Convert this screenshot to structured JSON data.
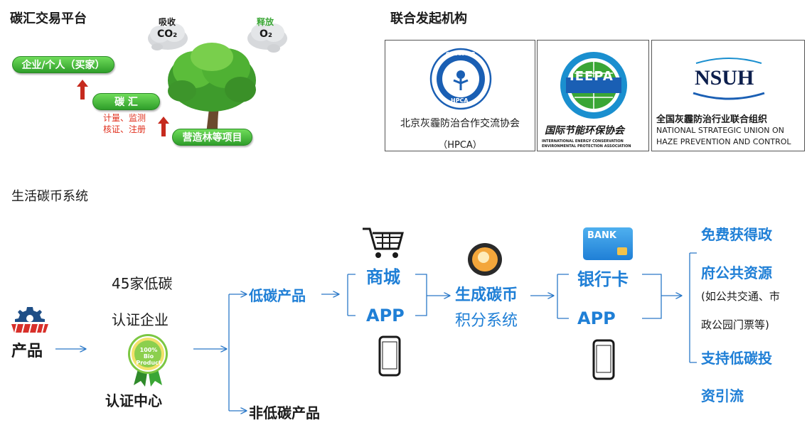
{
  "top_left": {
    "title": "碳汇交易平台",
    "cloud_absorb": {
      "label": "吸收",
      "formula": "CO₂"
    },
    "cloud_release": {
      "label": "释放",
      "formula": "O₂"
    },
    "pill_buyer": "企业/个人（买家）",
    "pill_sink": "碳 汇",
    "red_text_1": "计量、监测",
    "red_text_2": "核证、注册",
    "pill_project": "营造林等项目"
  },
  "top_right": {
    "title": "联合发起机构",
    "org1": {
      "logo_top": "CLEAN AIR",
      "logo_bottom": "HPCA",
      "name": "北京灰霾防治合作交流协会",
      "abbr": "（HPCA）"
    },
    "org2": {
      "logo": "IEEPA",
      "name_cn": "国际节能环保协会",
      "name_en_1": "INTERNATIONAL ENERGY CONSERVATION",
      "name_en_2": "ENVIRONMENTAL PROTECTION ASSOCIATION"
    },
    "org3": {
      "logo": "NSUH",
      "name_cn": "全国灰霾防治行业联合组织",
      "name_en_1": "NATIONAL STRATEGIC UNION ON",
      "name_en_2": "HAZE PREVENTION AND CONTROL"
    }
  },
  "bottom": {
    "title": "生活碳币系统",
    "product": "产品",
    "cert_text_1": "45家低碳",
    "cert_text_2": "认证企业",
    "badge_text": "100% Bio Product",
    "cert_center": "认证中心",
    "low_carbon": "低碳产品",
    "non_low_carbon": "非低碳产品",
    "mall": "商城",
    "app1": "APP",
    "coin_line1": "生成碳币",
    "coin_line2": "积分系统",
    "bank_card_logo": "BANK",
    "bank_card": "银行卡",
    "app2": "APP",
    "result_1a": "免费获得政",
    "result_1b": "府公共资源",
    "result_1c": "(如公共交通、市",
    "result_1d": "政公园门票等)",
    "result_2a": "支持低碳投",
    "result_2b": "资引流",
    "colors": {
      "blue": "#1f7fd6",
      "green": "#2f9e2a",
      "red": "#e0301e"
    }
  }
}
